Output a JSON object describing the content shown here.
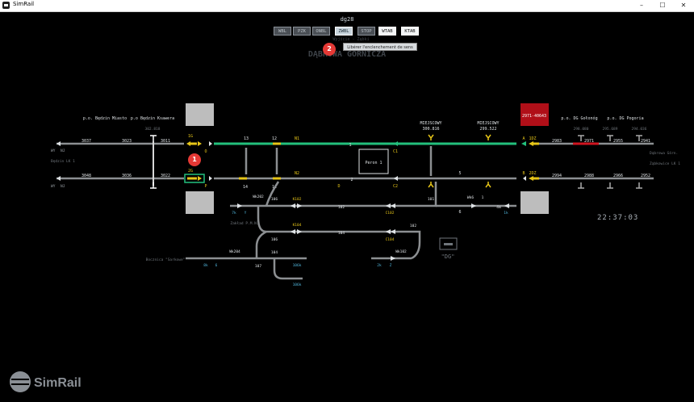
{
  "window": {
    "title": "SimRail",
    "minimize": "–",
    "maximize": "☐",
    "close": "✕"
  },
  "toolbar": {
    "title": "dg28",
    "buttons": [
      {
        "label": "WBL",
        "state": "disabled"
      },
      {
        "label": "PZK",
        "state": "disabled"
      },
      {
        "label": "ONBL",
        "state": "disabled"
      },
      {
        "label": "ZWBL",
        "state": "active"
      },
      {
        "label": "STOP",
        "state": "disabled"
      },
      {
        "label": "WTAB",
        "state": "enabled"
      },
      {
        "label": "KTAB",
        "state": "enabled"
      }
    ],
    "tooltip": "Libérer l'enclenchement de sens"
  },
  "station": {
    "name": "DĄBROWA GÓRNICZA",
    "subtitle": "Wyjście - Ząbki"
  },
  "badges": [
    "1",
    "2"
  ],
  "clock": "22:37:03",
  "logo": "SimRail",
  "top_labels": {
    "po_bedzin_miasto": "p.o. Będzin Miasto",
    "po_bedzin_ksawera": "p.o Będzin Ksawera",
    "km_left": "302.818",
    "miejscowy1": "MIEJSCOWY",
    "miejscowy1_km": "300.816",
    "miejscowy2": "MIEJSCOWY",
    "miejscowy2_km": "299.522",
    "block_red": "2971-40643",
    "po_dg_golonog": "p.o. DG Gołonóg",
    "po_dg_pogoria": "p.o. DG Pogoria",
    "km_r1": "298.080",
    "km_r2": "295.689",
    "km_r3": "294.036"
  },
  "side_labels": {
    "wy_top": "WY",
    "nj_top": "NJ",
    "wy_bot": "WY",
    "nj_bot": "NJ",
    "bedzin_lk1": "Będzin LK 1",
    "dabrowa_gorn": "Dąbrowa Górn.",
    "zabkowice_lk1": "Ząbkowice LK 1"
  },
  "track_top": [
    "3037",
    "3023",
    "3011",
    "13",
    "12",
    "N1",
    "1",
    "C1",
    "A",
    "1DZ",
    "2983",
    "2971",
    "2955",
    "2941",
    "1G"
  ],
  "track_bot": [
    "3048",
    "3036",
    "3022",
    "14",
    "11",
    "N2",
    "D",
    "2",
    "C2",
    "B",
    "2DZ",
    "2994",
    "2988",
    "2966",
    "2952",
    "2G"
  ],
  "signals_misc": [
    "O",
    "P",
    "5",
    "6"
  ],
  "peron": "Peron 1",
  "yard": {
    "labels": [
      "Wk202",
      "106",
      "K102",
      "102",
      "C102",
      "7k",
      "Y",
      "Zakład P.M.N.",
      "K104",
      "104",
      "C104",
      "106",
      "101",
      "Wk6",
      "1",
      "4m",
      "1k",
      "Wk204",
      "104",
      "107",
      "106k",
      "106k",
      "Wk102",
      "102",
      "2k",
      "Z",
      "6",
      "8k",
      "Bocznica \"Sarkowe\"",
      "\"DG\""
    ]
  }
}
